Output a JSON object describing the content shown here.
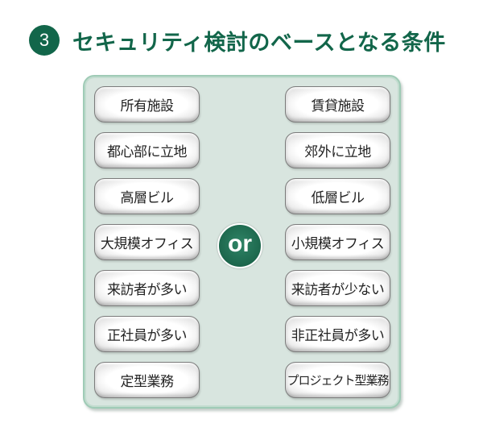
{
  "header": {
    "number": "3",
    "title": "セキュリティ検討のベースとなる条件"
  },
  "connector": {
    "label": "or"
  },
  "left_conditions": [
    {
      "label": "所有施設"
    },
    {
      "label": "都心部に立地"
    },
    {
      "label": "高層ビル"
    },
    {
      "label": "大規模オフィス"
    },
    {
      "label": "来訪者が多い"
    },
    {
      "label": "正社員が多い"
    },
    {
      "label": "定型業務"
    }
  ],
  "right_conditions": [
    {
      "label": "賃貸施設"
    },
    {
      "label": "郊外に立地"
    },
    {
      "label": "低層ビル"
    },
    {
      "label": "小規模オフィス"
    },
    {
      "label": "来訪者が少ない"
    },
    {
      "label": "非正社員が多い"
    },
    {
      "label": "プロジェクト型業務"
    }
  ],
  "colors": {
    "brand_green": "#12664a",
    "panel_bg": "#d8e5df",
    "panel_border": "#9fcbb6",
    "or_badge": "#1f6b50"
  }
}
